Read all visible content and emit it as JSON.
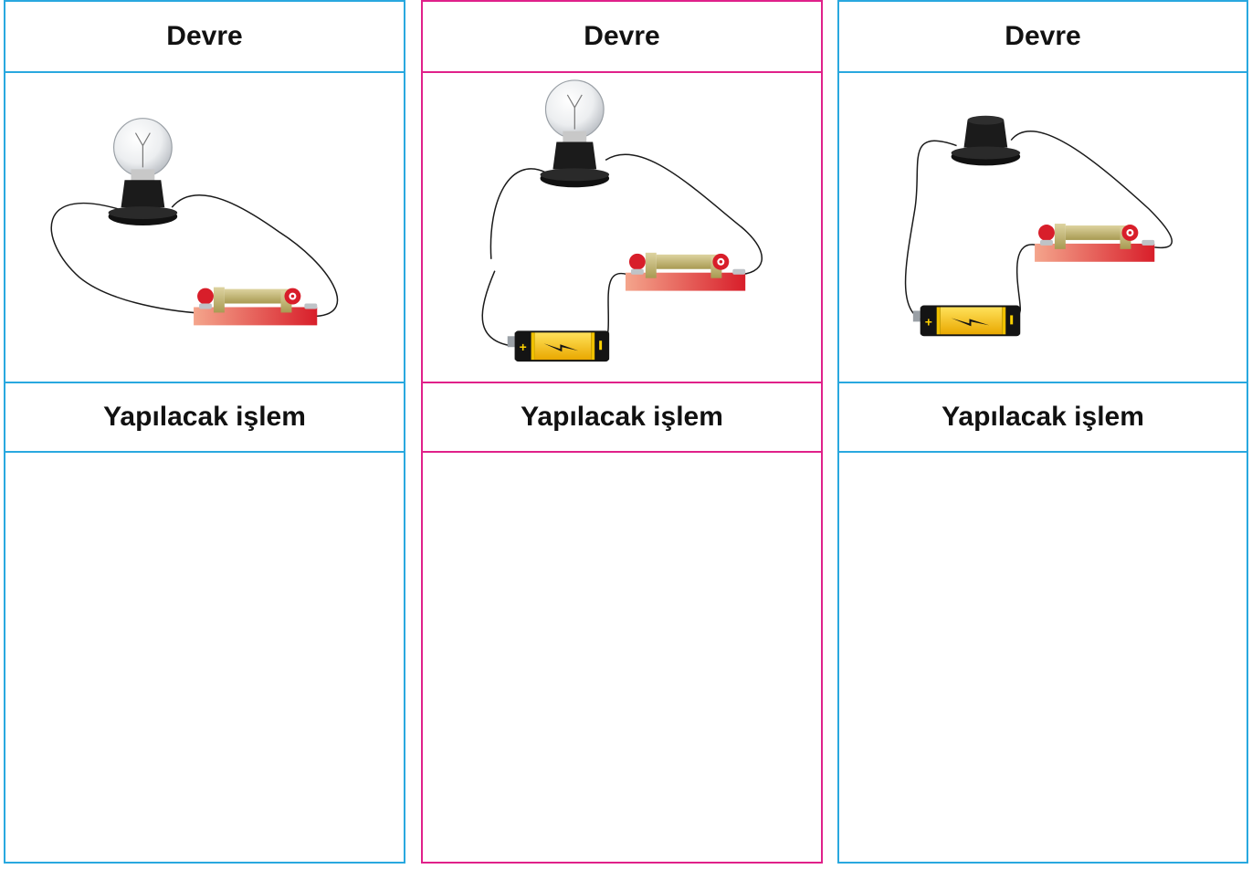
{
  "colors": {
    "blue_border": "#29a8df",
    "pink_border": "#e0218a"
  },
  "cards": [
    {
      "title": "Devre",
      "action_label": "Yapılacak işlem",
      "answer": "",
      "circuit": {
        "bulb": true,
        "bulb_glass": true,
        "switch": true,
        "battery": false,
        "wire_broken": false
      }
    },
    {
      "title": "Devre",
      "action_label": "Yapılacak işlem",
      "answer": "",
      "circuit": {
        "bulb": true,
        "bulb_glass": true,
        "switch": true,
        "battery": true,
        "wire_broken": true
      }
    },
    {
      "title": "Devre",
      "action_label": "Yapılacak işlem",
      "answer": "",
      "circuit": {
        "bulb": true,
        "bulb_glass": false,
        "switch": true,
        "battery": true,
        "wire_broken": false
      }
    }
  ]
}
